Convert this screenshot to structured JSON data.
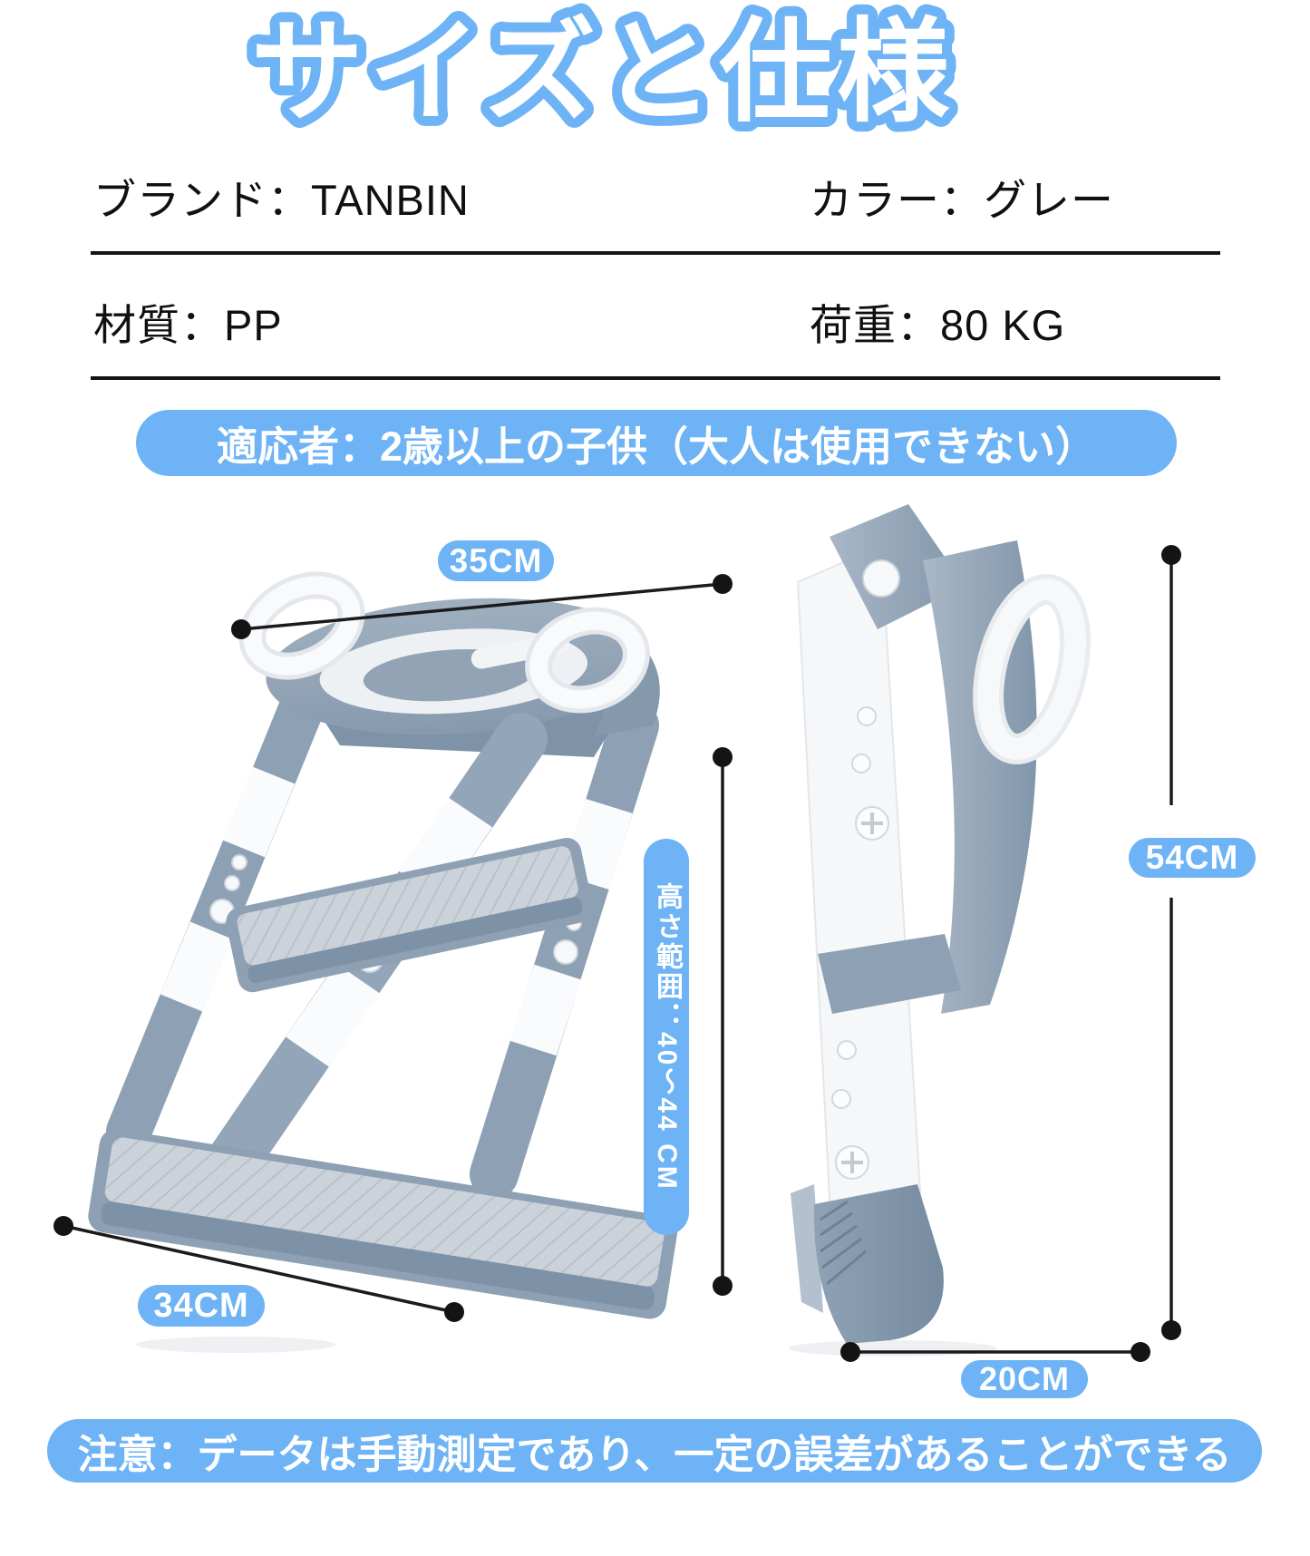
{
  "title": "サイズと仕様",
  "spec_table": {
    "row1": {
      "left": "ブランド：TANBIN",
      "right": "カラー：グレー"
    },
    "row2": {
      "left": "材質：PP",
      "right": "荷重：80 KG"
    }
  },
  "banners": {
    "eligibility": "適応者：2歳以上の子供（大人は使用できない）",
    "note": "注意：データは手動測定であり、一定の誤差があることができる"
  },
  "dimensions": {
    "top_width": "35CM",
    "base_depth": "34CM",
    "height_range": "高さ範囲：40～44 CM",
    "folded_height": "54CM",
    "folded_depth": "20CM"
  },
  "colors": {
    "accent_blue": "#6db3f5",
    "dimension_line": "#1b1b1b",
    "text_black": "#111111",
    "product_gray": "#8da0b4",
    "product_white": "#f5f7f9"
  }
}
